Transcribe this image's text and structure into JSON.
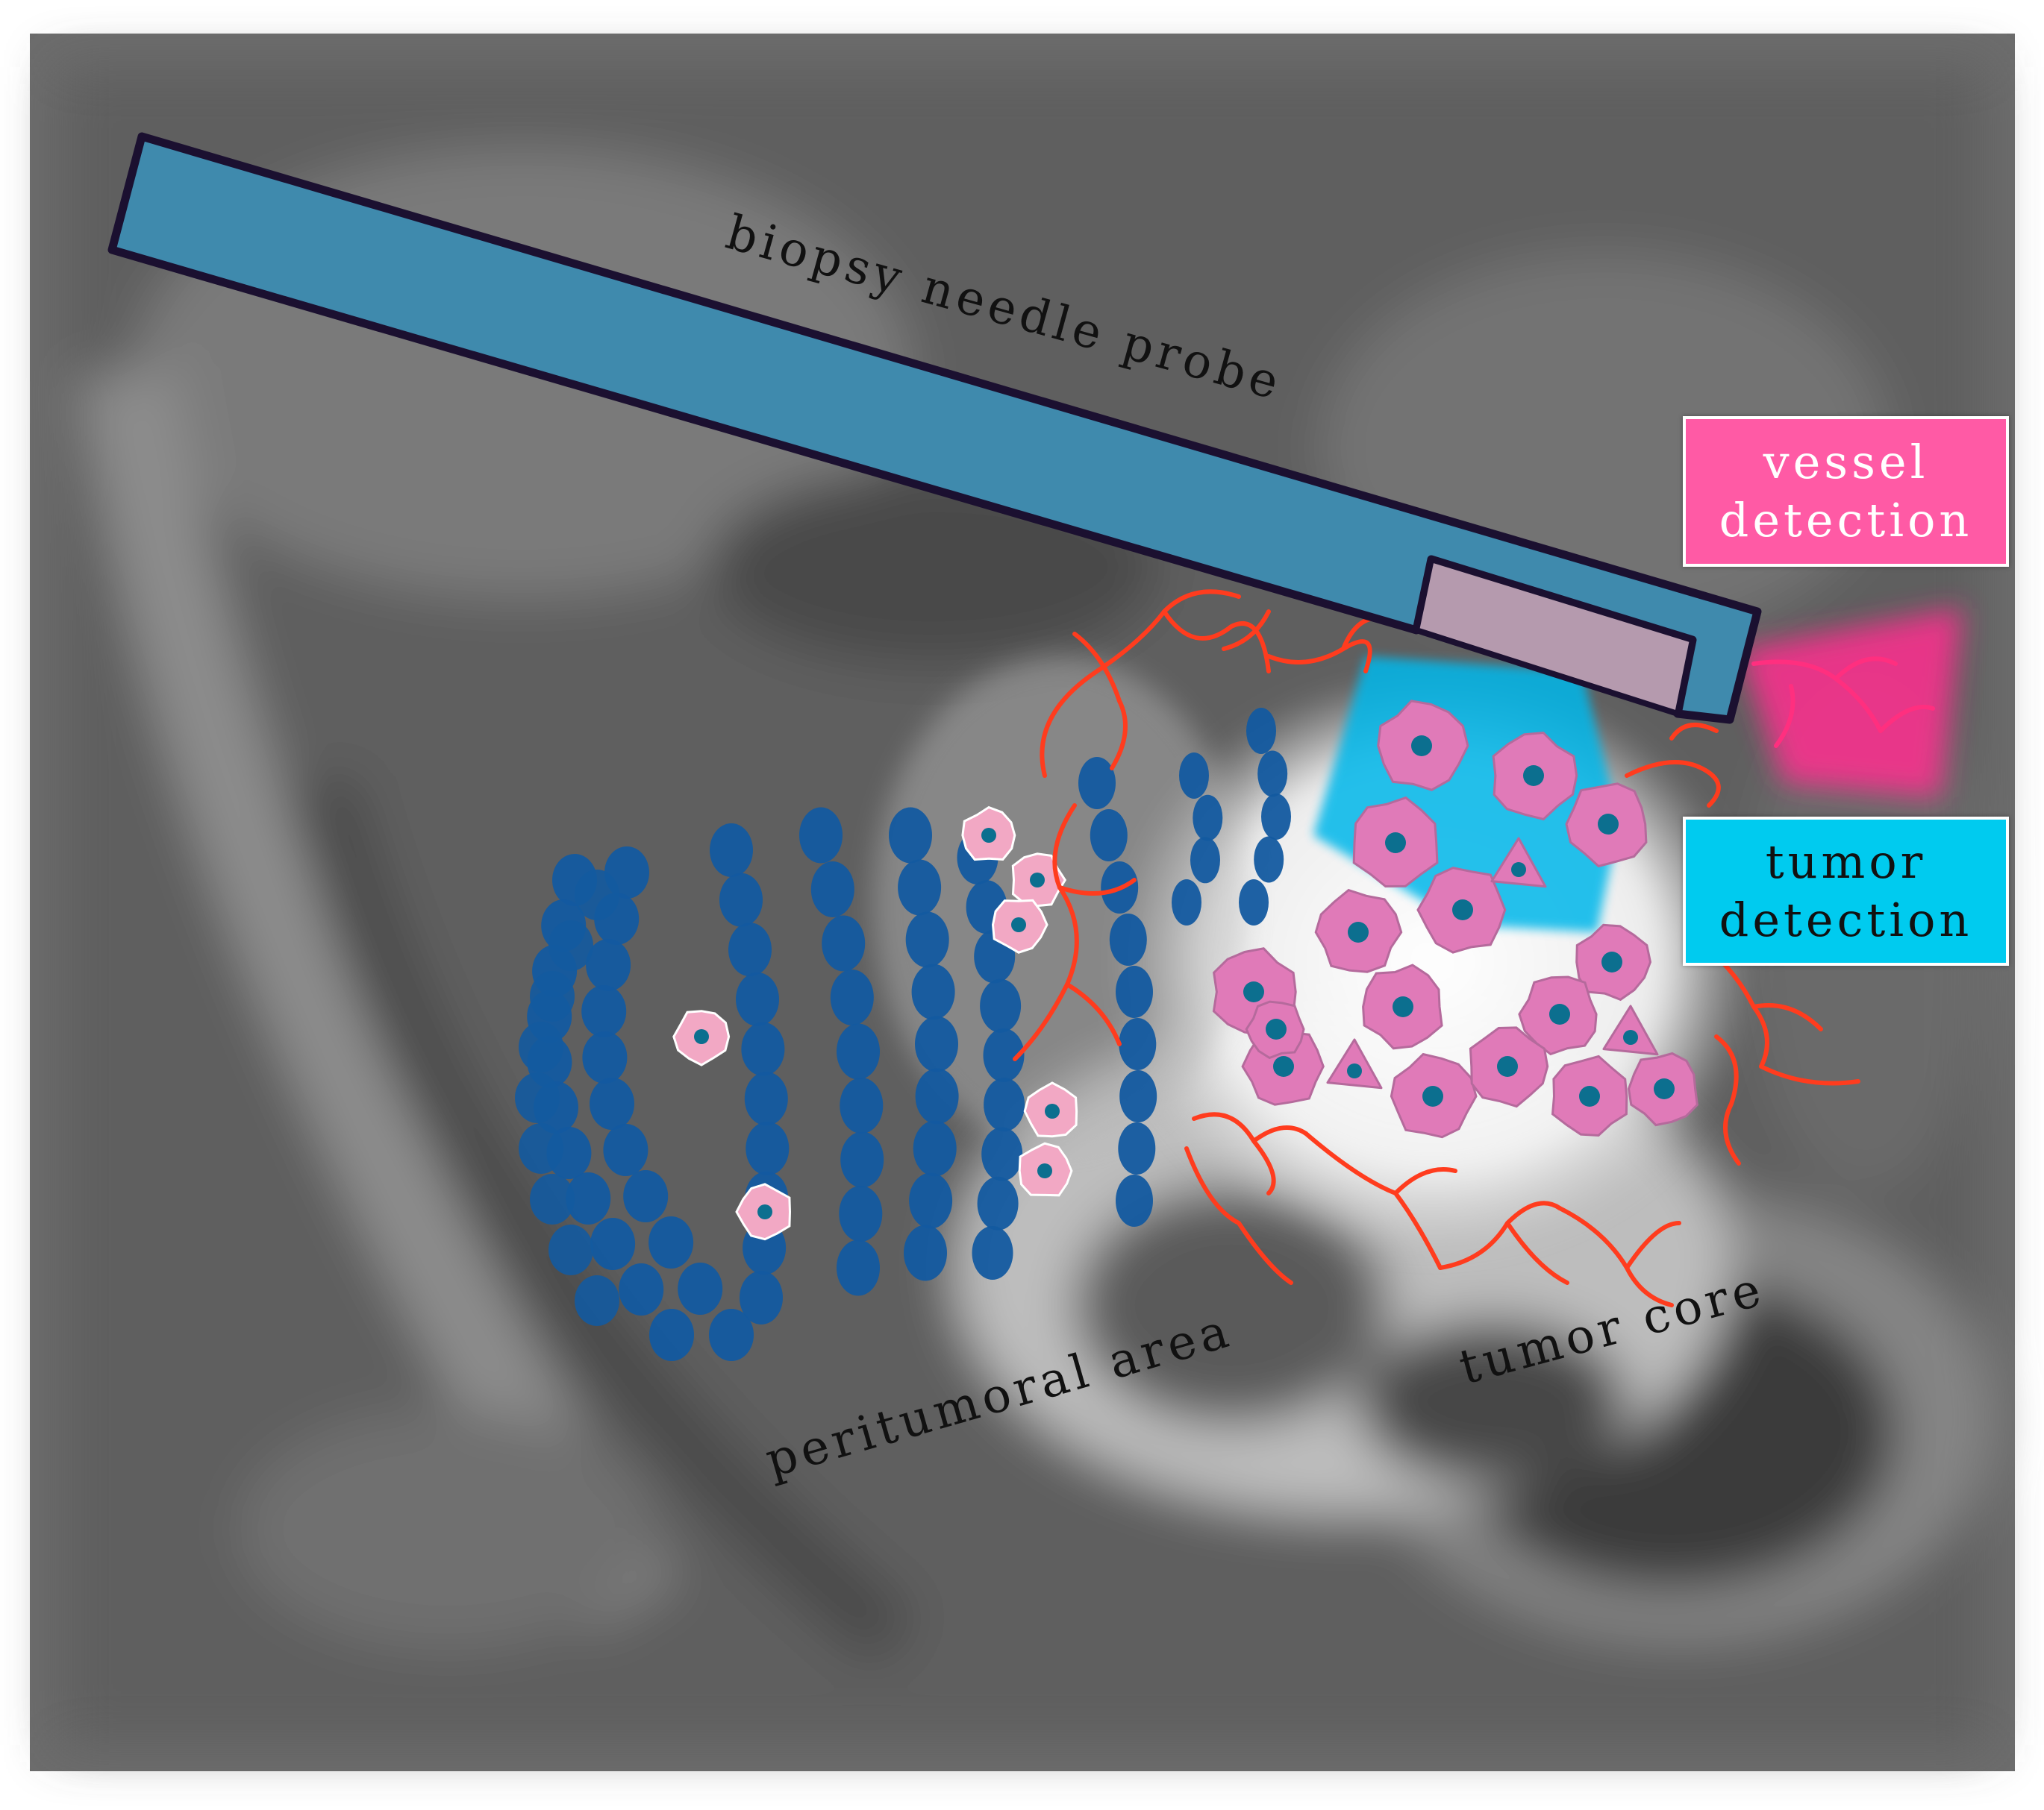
{
  "labels": {
    "needle": "biopsy needle probe",
    "peritumoral": "peritumoral area",
    "tumor_core": "tumor core"
  },
  "legend": {
    "vessel_line1": "vessel",
    "vessel_line2": "detection",
    "tumor_line1": "tumor",
    "tumor_line2": "detection"
  },
  "colors": {
    "needle": "#3f8aad",
    "needle_outline": "#1b1030",
    "sensor_window": "#b59aae",
    "vessel_box": "#ff5aa5",
    "tumor_box": "#00cbef",
    "vessels": "#ff3c1e",
    "tumor_cell": "#e07ab8",
    "nucleus": "#0c6f8f",
    "normal_tissue": "#135aa0",
    "pink_cell": "#f2a8c4"
  }
}
